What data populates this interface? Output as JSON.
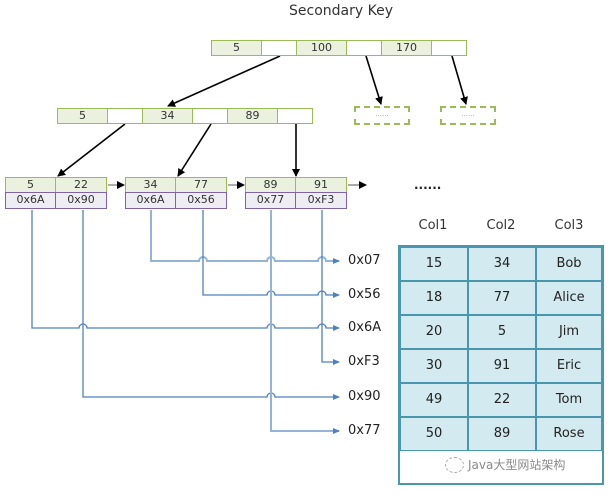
{
  "title": "Secondary Key",
  "root_node": {
    "keys": [
      "5",
      "100",
      "170"
    ]
  },
  "internal_node": {
    "keys": [
      "5",
      "34",
      "89"
    ]
  },
  "placeholder_nodes": [
    "......",
    "......"
  ],
  "leaf_nodes": [
    {
      "keys": [
        "5",
        "22"
      ],
      "pointers": [
        "0x6A",
        "0x90"
      ]
    },
    {
      "keys": [
        "34",
        "77"
      ],
      "pointers": [
        "0x6A",
        "0x56"
      ]
    },
    {
      "keys": [
        "89",
        "91"
      ],
      "pointers": [
        "0x77",
        "0xF3"
      ]
    }
  ],
  "leaf_ellipsis": "......",
  "row_addresses": [
    "0x07",
    "0x56",
    "0x6A",
    "0xF3",
    "0x90",
    "0x77"
  ],
  "table": {
    "headers": [
      "Col1",
      "Col2",
      "Col3"
    ],
    "rows": [
      [
        "15",
        "34",
        "Bob"
      ],
      [
        "18",
        "77",
        "Alice"
      ],
      [
        "20",
        "5",
        "Jim"
      ],
      [
        "30",
        "91",
        "Eric"
      ],
      [
        "49",
        "22",
        "Tom"
      ],
      [
        "50",
        "89",
        "Rose"
      ]
    ]
  },
  "watermark": "Java大型网站架构",
  "colors": {
    "key_fill": "#ebf1de",
    "key_border": "#9bbb59",
    "pointer_fill": "#efedf4",
    "pointer_border": "#8064a2",
    "table_fill": "#d3eaf0",
    "table_border": "#4a97ad",
    "link_line": "#4f81bd",
    "link_line_light": "#95b3d7"
  }
}
